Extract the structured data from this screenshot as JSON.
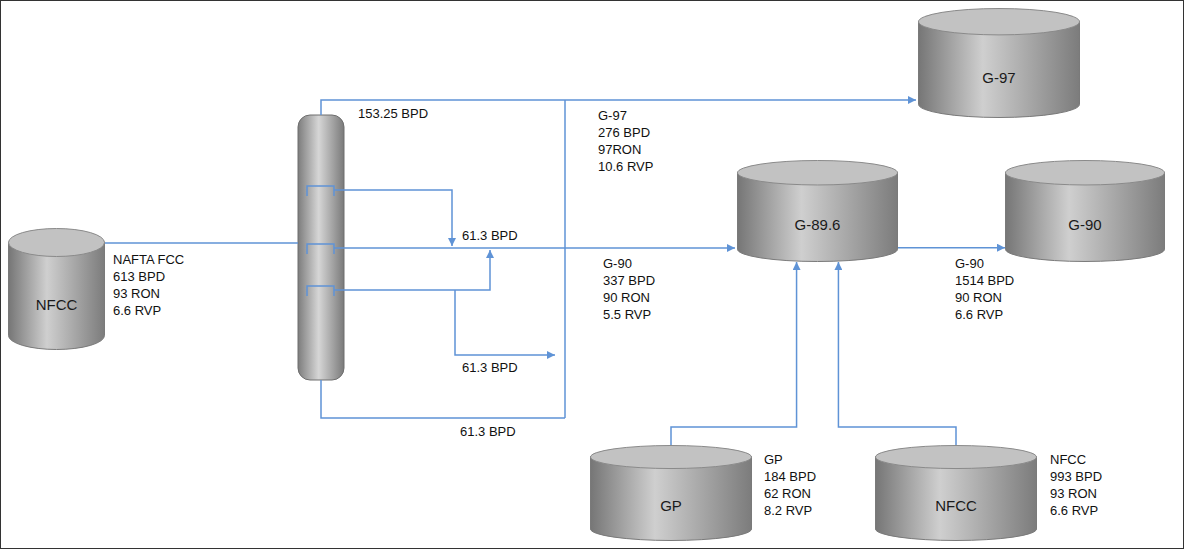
{
  "diagram": {
    "nodes": [
      {
        "text": [
          "NFCC"
        ]
      },
      {
        "text": [
          "G-97"
        ]
      },
      {
        "text": [
          "G-89.6"
        ]
      },
      {
        "text": [
          "G-90"
        ]
      },
      {
        "text": [
          "GP"
        ]
      },
      {
        "text": [
          "NFCC"
        ]
      }
    ],
    "edges": [
      {
        "from": 2,
        "to": 3,
        "arrow": "to"
      },
      {
        "from": 4,
        "to": 2,
        "arrow": "to"
      },
      {
        "from": 5,
        "to": 2,
        "arrow": "to"
      }
    ],
    "labels": [
      "153.25 BPD",
      "G-97",
      "276 BPD",
      "97RON",
      "10.6 RVP",
      "61.3 BPD",
      "NAFTA FCC",
      "613 BPD",
      "93 RON",
      "6.6 RVP",
      "G-90",
      "337 BPD",
      "90 RON",
      "5.5 RVP",
      "G-90",
      "1514 BPD",
      "90 RON",
      "6.6 RVP",
      "61.3 BPD",
      "61.3 BPD",
      "GP",
      "184 BPD",
      "62 RON",
      "8.2 RVP",
      "NFCC",
      "993 BPD",
      "93 RON",
      "6.6 RVP"
    ]
  }
}
